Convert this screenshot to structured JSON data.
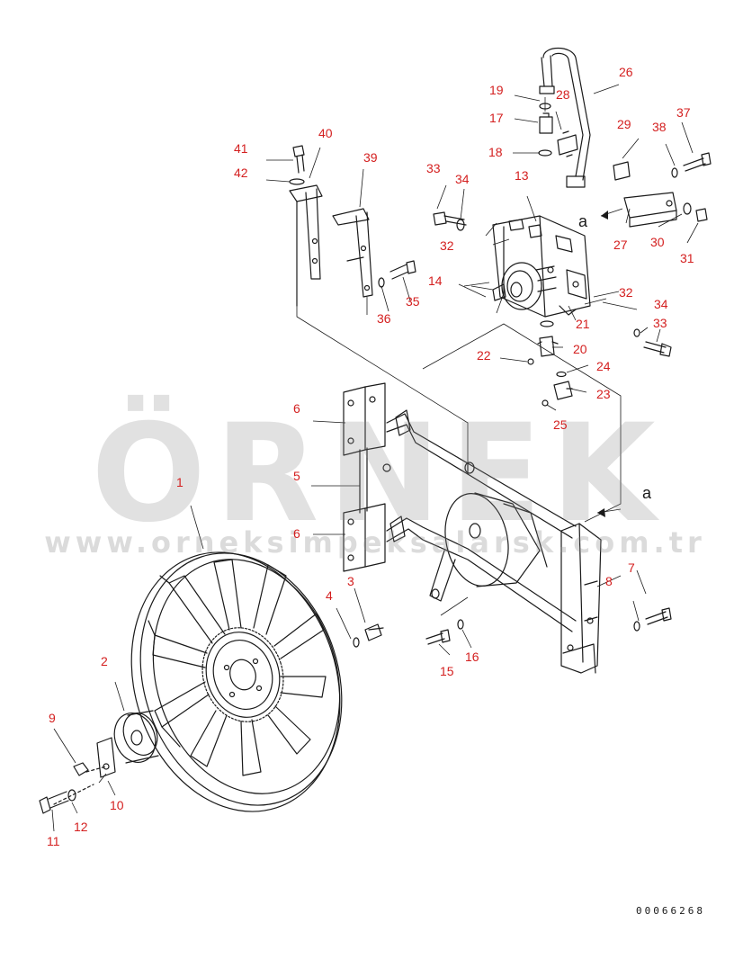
{
  "colors": {
    "line": "#1a1a1a",
    "callout": "#d42020",
    "watermark": "#8c8c8c",
    "watermark_accent": "#e8c840"
  },
  "watermark": {
    "brand": "ÖRNEK",
    "url": "www.orneksimpeksalarsk.com.tr"
  },
  "drawing_ref": "00066268",
  "view_markers": [
    "a",
    "a"
  ],
  "callouts": [
    "1",
    "2",
    "3",
    "4",
    "5",
    "6",
    "6",
    "7",
    "8",
    "9",
    "10",
    "11",
    "12",
    "13",
    "14",
    "15",
    "16",
    "17",
    "18",
    "19",
    "20",
    "21",
    "22",
    "23",
    "24",
    "25",
    "26",
    "27",
    "28",
    "29",
    "30",
    "31",
    "32",
    "32",
    "33",
    "33",
    "34",
    "34",
    "35",
    "36",
    "37",
    "38",
    "39",
    "40",
    "41",
    "42"
  ]
}
